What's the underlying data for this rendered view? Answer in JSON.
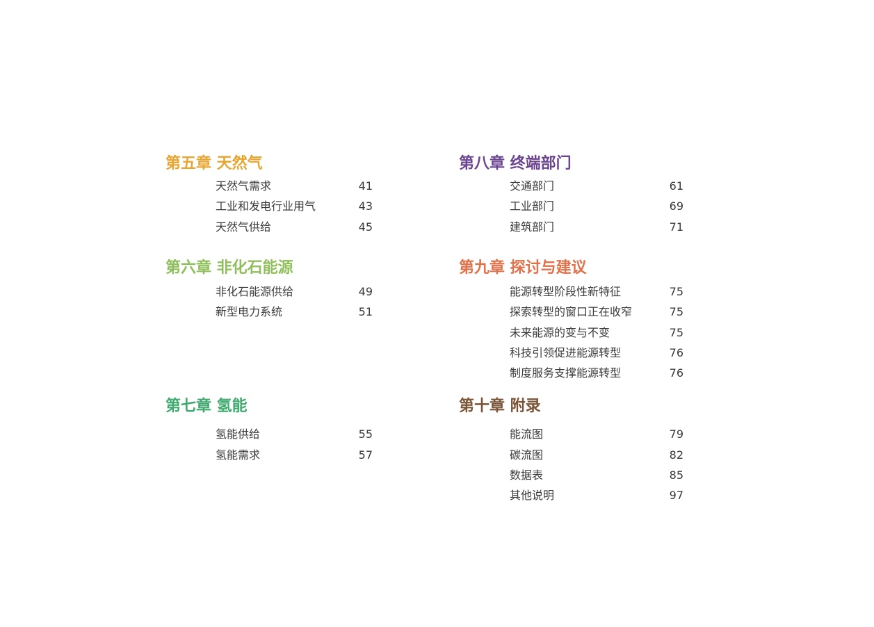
{
  "toc": {
    "ch5": {
      "title": "第五章 天然气",
      "color": "#e8a530",
      "entries": [
        {
          "label": "天然气需求",
          "page": "41"
        },
        {
          "label": "工业和发电行业用气",
          "page": "43"
        },
        {
          "label": "天然气供给",
          "page": "45"
        }
      ]
    },
    "ch6": {
      "title": "第六章 非化石能源",
      "color": "#8fbf5a",
      "entries": [
        {
          "label": "非化石能源供给",
          "page": "49"
        },
        {
          "label": "新型电力系统",
          "page": "51"
        }
      ]
    },
    "ch7": {
      "title": "第七章 氢能",
      "color": "#3faa6e",
      "entries": [
        {
          "label": "氢能供给",
          "page": "55"
        },
        {
          "label": "氢能需求",
          "page": "57"
        }
      ]
    },
    "ch8": {
      "title": "第八章 终端部门",
      "color": "#6b4591",
      "entries": [
        {
          "label": "交通部门",
          "page": "61"
        },
        {
          "label": "工业部门",
          "page": "69"
        },
        {
          "label": "建筑部门",
          "page": "71"
        }
      ]
    },
    "ch9": {
      "title": "第九章 探讨与建议",
      "color": "#e0714a",
      "entries": [
        {
          "label": "能源转型阶段性新特征",
          "page": "75"
        },
        {
          "label": "探索转型的窗口正在收窄",
          "page": "75"
        },
        {
          "label": "未来能源的变与不变",
          "page": "75"
        },
        {
          "label": "科技引领促进能源转型",
          "page": "76"
        },
        {
          "label": "制度服务支撑能源转型",
          "page": "76"
        }
      ]
    },
    "ch10": {
      "title": "第十章 附录",
      "color": "#7a5436",
      "entries": [
        {
          "label": "能流图",
          "page": "79"
        },
        {
          "label": "碳流图",
          "page": "82"
        },
        {
          "label": "数据表",
          "page": "85"
        },
        {
          "label": "其他说明",
          "page": "97"
        }
      ]
    }
  }
}
